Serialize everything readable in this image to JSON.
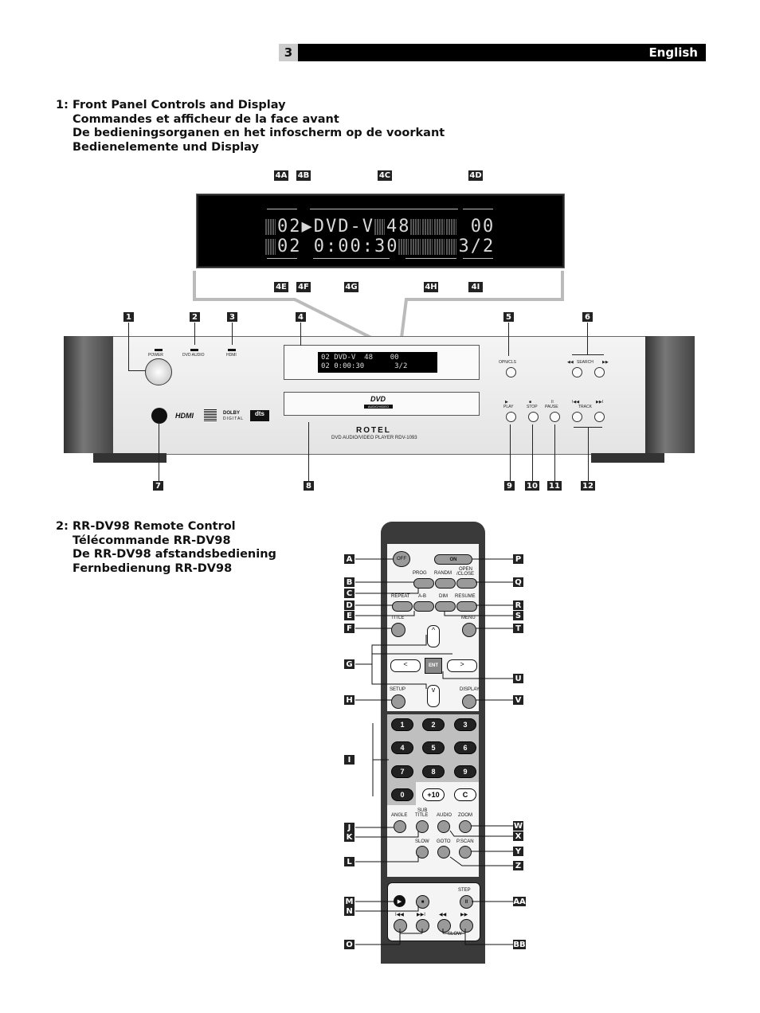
{
  "header": {
    "page_number": "3",
    "language": "English"
  },
  "section1": {
    "number": "1:",
    "lines": [
      "Front Panel Controls and Display",
      "Commandes et afficheur de la face avant",
      "De bedieningsorganen en het infoscherm op de voorkant",
      "Bedienelemente und Display"
    ]
  },
  "section2": {
    "number": "2:",
    "lines": [
      "RR-DV98 Remote Control",
      "Télécommande RR-DV98",
      "De RR-DV98 afstandsbediening",
      "Fernbedienung RR-DV98"
    ]
  },
  "display_labels": {
    "a": "4A",
    "b": "4B",
    "c": "4C",
    "d": "4D",
    "e": "4E",
    "f": "4F",
    "g": "4G",
    "h": "4H",
    "i": "4I"
  },
  "lcd": {
    "row1_a": "02",
    "row1_b": "DVD-V",
    "row1_c": "48",
    "row1_d": "00",
    "row2_a": "02",
    "row2_b": "0:00:30",
    "row2_c": "3/2"
  },
  "player_callouts": {
    "c1": "1",
    "c2": "2",
    "c3": "3",
    "c4": "4",
    "c5": "5",
    "c6": "6",
    "c7": "7",
    "c8": "8",
    "c9": "9",
    "c10": "10",
    "c11": "11",
    "c12": "12"
  },
  "player": {
    "power": "POWER",
    "dvd_audio": "DVD AUDIO",
    "hdmi": "HDMI",
    "opn_cls": "OPN/CLS",
    "search": "SEARCH",
    "play": "PLAY",
    "stop": "STOP",
    "pause": "PAUSE",
    "track": "TRACK",
    "small_display_row1": "02 DVD-V  48    00",
    "small_display_row2": "02 0:00:30       3/2",
    "brand": "ROTEL",
    "model": "DVD AUDIO/VIDEO PLAYER RDV-1093",
    "hdmi_logo": "HDMI",
    "dvd_logo": "DVD",
    "dvd_logo_sub": "AUDIO/VIDEO",
    "dolby": "DOLBY",
    "digital": "DIGITAL",
    "dts": "dts"
  },
  "remote": {
    "off": "OFF",
    "on": "ON",
    "prog": "PROG",
    "randm": "RANDM",
    "open_close_1": "OPEN",
    "open_close_2": "/CLOSE",
    "repeat": "REPEAT",
    "ab": "A-B",
    "dim": "DIM",
    "resume": "RESUME",
    "title": "TITLE",
    "menu": "MENU",
    "up": "^",
    "down": "v",
    "left": "<",
    "right": ">",
    "ent": "ENT",
    "setup": "SETUP",
    "display": "DISPLAY",
    "n1": "1",
    "n2": "2",
    "n3": "3",
    "n4": "4",
    "n5": "5",
    "n6": "6",
    "n7": "7",
    "n8": "8",
    "n9": "9",
    "n0": "0",
    "plus10": "+10",
    "clear": "C",
    "angle": "ANGLE",
    "sub1": "SUB",
    "sub2": "TITLE",
    "audio": "AUDIO",
    "zoom": "ZOOM",
    "slow": "SLOW",
    "goto": "GOTO",
    "pscan": "P.SCAN",
    "step": "STEP",
    "slow2": "SLOW"
  },
  "remote_callouts": {
    "A": "A",
    "B": "B",
    "C": "C",
    "D": "D",
    "E": "E",
    "F": "F",
    "G": "G",
    "H": "H",
    "I": "I",
    "J": "J",
    "K": "K",
    "L": "L",
    "M": "M",
    "N": "N",
    "O": "O",
    "P": "P",
    "Q": "Q",
    "R": "R",
    "S": "S",
    "T": "T",
    "U": "U",
    "V": "V",
    "W": "W",
    "X": "X",
    "Y": "Y",
    "Z": "Z",
    "AA": "AA",
    "BB": "BB"
  }
}
